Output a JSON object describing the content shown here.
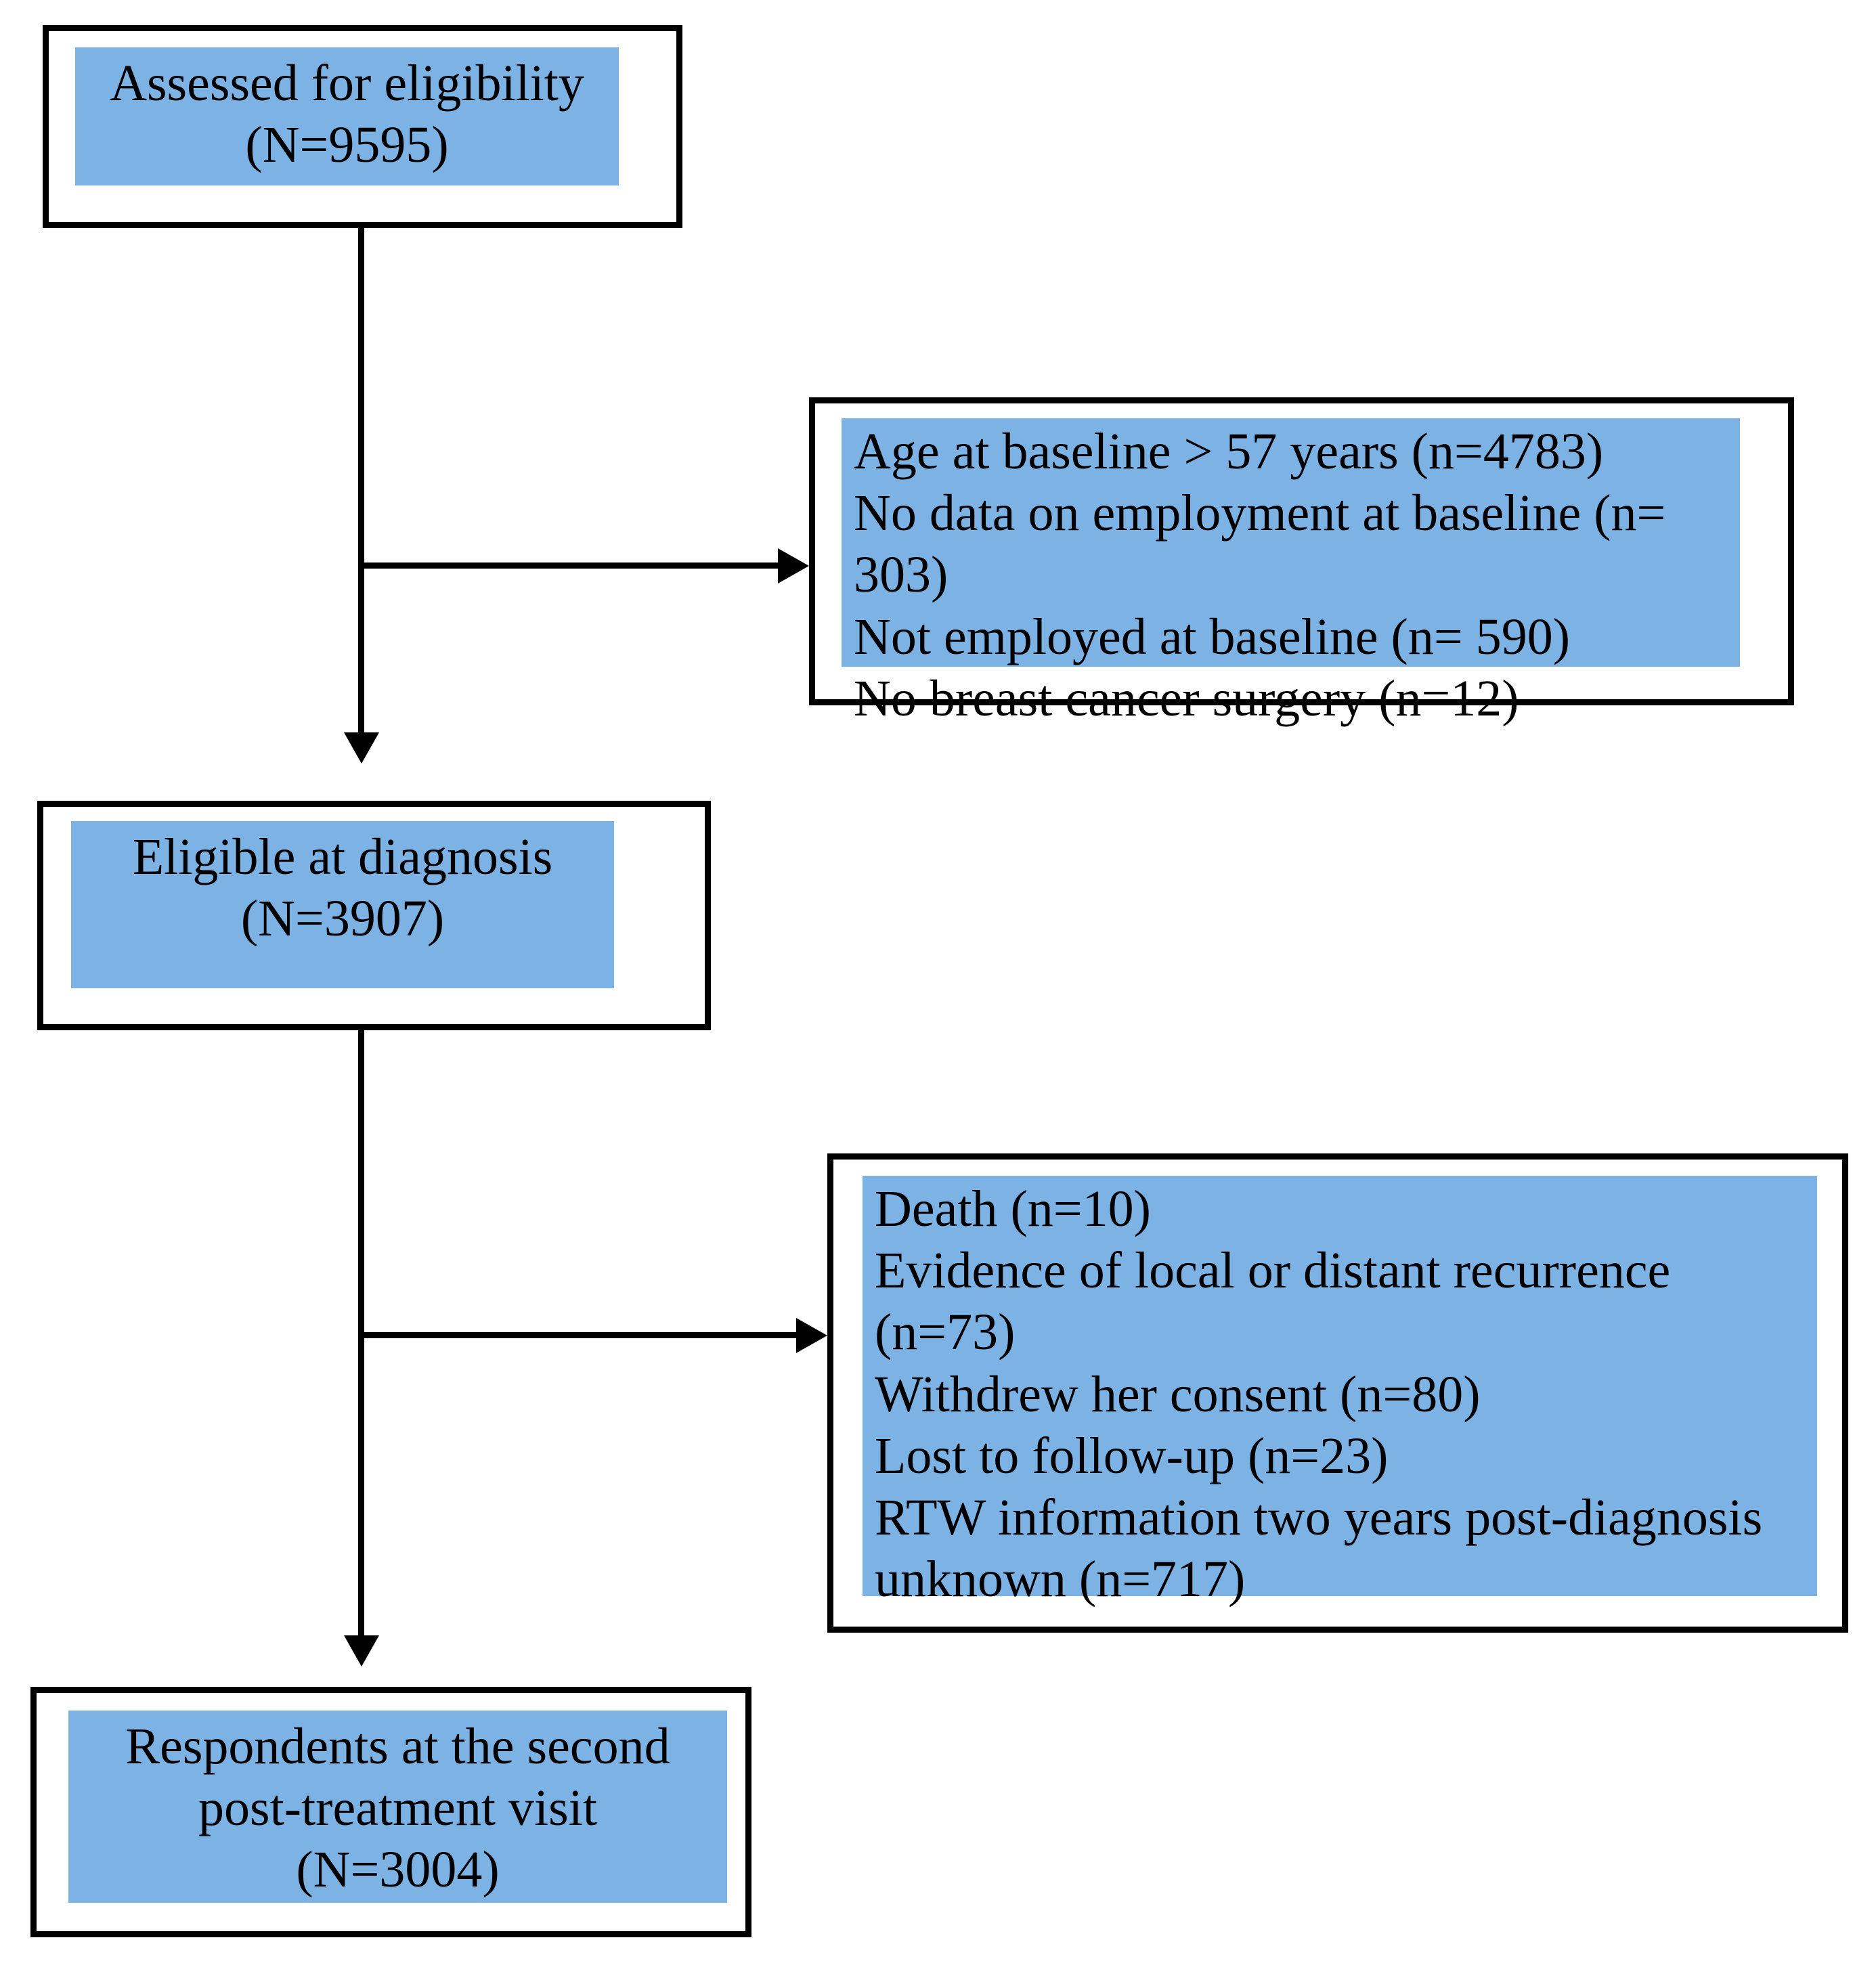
{
  "diagram": {
    "type": "consort-flow-diagram",
    "accent_color": "#7CB3E4",
    "line_color": "#000000",
    "background_color": "#FFFFFF",
    "nodes": [
      {
        "id": "assessed",
        "kind": "flow-node",
        "align": "center",
        "lines": [
          "Assessed for eligibility",
          "(N=9595)"
        ]
      },
      {
        "id": "excluded-baseline",
        "kind": "exclusion-node",
        "align": "left",
        "lines": [
          "Age at baseline > 57 years (n=4783)",
          "No data on employment at baseline (n=",
          "303)",
          "Not employed at baseline (n= 590)",
          "No breast cancer surgery (n=12)"
        ]
      },
      {
        "id": "eligible",
        "kind": "flow-node",
        "align": "center",
        "lines": [
          "Eligible at diagnosis",
          "(N=3907)"
        ]
      },
      {
        "id": "excluded-followup",
        "kind": "exclusion-node",
        "align": "left",
        "lines": [
          "Death (n=10)",
          "Evidence of local or distant recurrence",
          "(n=73)",
          "Withdrew her consent (n=80)",
          "Lost to follow-up (n=23)",
          "RTW information two years post-diagnosis",
          "unknown (n=717)"
        ]
      },
      {
        "id": "respondents",
        "kind": "flow-node",
        "align": "center",
        "lines": [
          "Respondents at the second",
          "post-treatment visit",
          "(N=3004)"
        ]
      }
    ],
    "connectors": [
      {
        "id": "assessed-to-eligible",
        "shape": "vertical-arrow",
        "from": "assessed",
        "to": "eligible"
      },
      {
        "id": "assessed-to-excluded-baseline",
        "shape": "horizontal-arrow",
        "from": "assessed",
        "to": "excluded-baseline"
      },
      {
        "id": "eligible-to-respondents",
        "shape": "vertical-arrow",
        "from": "eligible",
        "to": "respondents"
      },
      {
        "id": "eligible-to-excluded-followup",
        "shape": "horizontal-arrow",
        "from": "eligible",
        "to": "excluded-followup"
      }
    ],
    "counts": {
      "assessed_for_eligibility": 9595,
      "eligible_at_diagnosis": 3907,
      "respondents_second_post_treatment_visit": 3004,
      "excluded_age_over_57": 4783,
      "excluded_no_employment_data": 303,
      "excluded_not_employed": 590,
      "excluded_no_breast_cancer_surgery": 12,
      "excluded_death": 10,
      "excluded_recurrence": 73,
      "excluded_withdrew_consent": 80,
      "excluded_lost_to_followup": 23,
      "excluded_rtw_unknown": 717
    }
  }
}
